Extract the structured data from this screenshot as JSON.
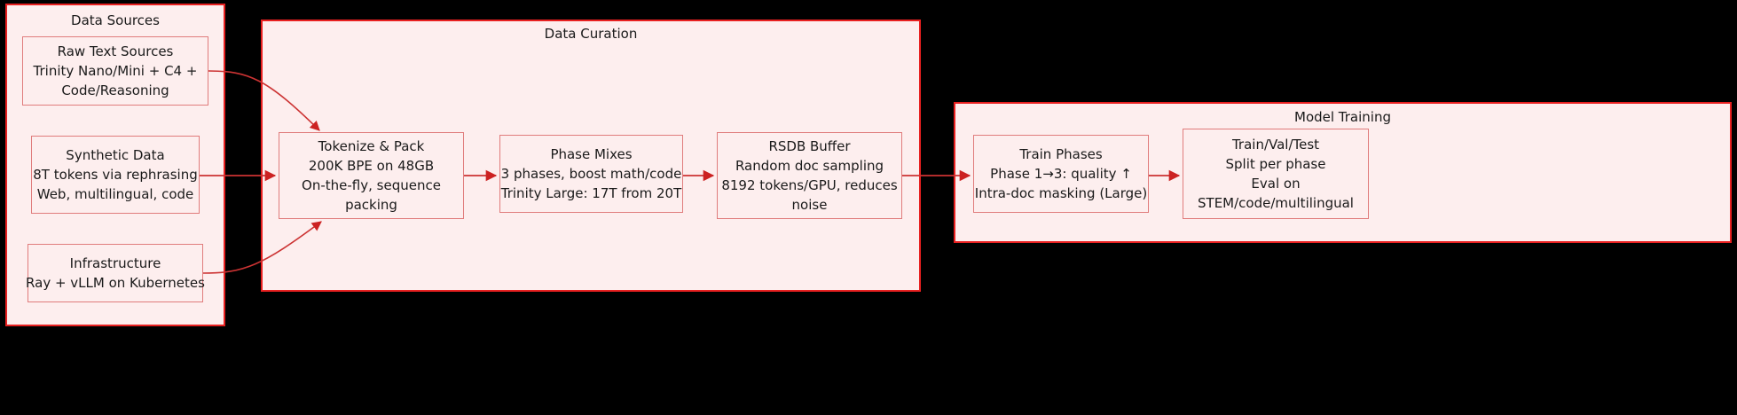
{
  "diagram": {
    "background_color": "#000000",
    "cluster_fill": "#fdeeee",
    "cluster_border": "#e82020",
    "node_border": "#e07c7c",
    "edge_color": "#cc3333",
    "text_color": "#1a1a1a"
  },
  "clusters": [
    {
      "id": "data-sources",
      "title": "Data Sources"
    },
    {
      "id": "data-curation",
      "title": "Data Curation"
    },
    {
      "id": "model-training",
      "title": "Model Training"
    }
  ],
  "nodes": {
    "raw_text_sources": {
      "lines": [
        "Raw Text Sources",
        "Trinity Nano/Mini + C4 +",
        "Code/Reasoning"
      ]
    },
    "synthetic_data": {
      "lines": [
        "Synthetic Data",
        "8T tokens via rephrasing",
        "Web, multilingual, code"
      ]
    },
    "infrastructure": {
      "lines": [
        "Infrastructure",
        "Ray + vLLM on Kubernetes"
      ]
    },
    "tokenize_pack": {
      "lines": [
        "Tokenize & Pack",
        "200K BPE on 48GB",
        "On-the-fly, sequence",
        "packing"
      ]
    },
    "phase_mixes": {
      "lines": [
        "Phase Mixes",
        "3 phases, boost math/code",
        "Trinity Large: 17T from 20T"
      ]
    },
    "rsdb_buffer": {
      "lines": [
        "RSDB Buffer",
        "Random doc sampling",
        "8192 tokens/GPU, reduces",
        "noise"
      ]
    },
    "train_phases": {
      "lines": [
        "Train Phases",
        "Phase 1→3: quality ↑",
        "Intra-doc masking (Large)"
      ]
    },
    "train_val_test": {
      "lines": [
        "Train/Val/Test",
        "Split per phase",
        "Eval on",
        "STEM/code/multilingual"
      ]
    }
  },
  "edges": [
    {
      "from": "raw_text_sources",
      "to": "tokenize_pack"
    },
    {
      "from": "synthetic_data",
      "to": "tokenize_pack"
    },
    {
      "from": "infrastructure",
      "to": "tokenize_pack"
    },
    {
      "from": "tokenize_pack",
      "to": "phase_mixes"
    },
    {
      "from": "phase_mixes",
      "to": "rsdb_buffer"
    },
    {
      "from": "rsdb_buffer",
      "to": "train_phases"
    },
    {
      "from": "train_phases",
      "to": "train_val_test"
    }
  ]
}
